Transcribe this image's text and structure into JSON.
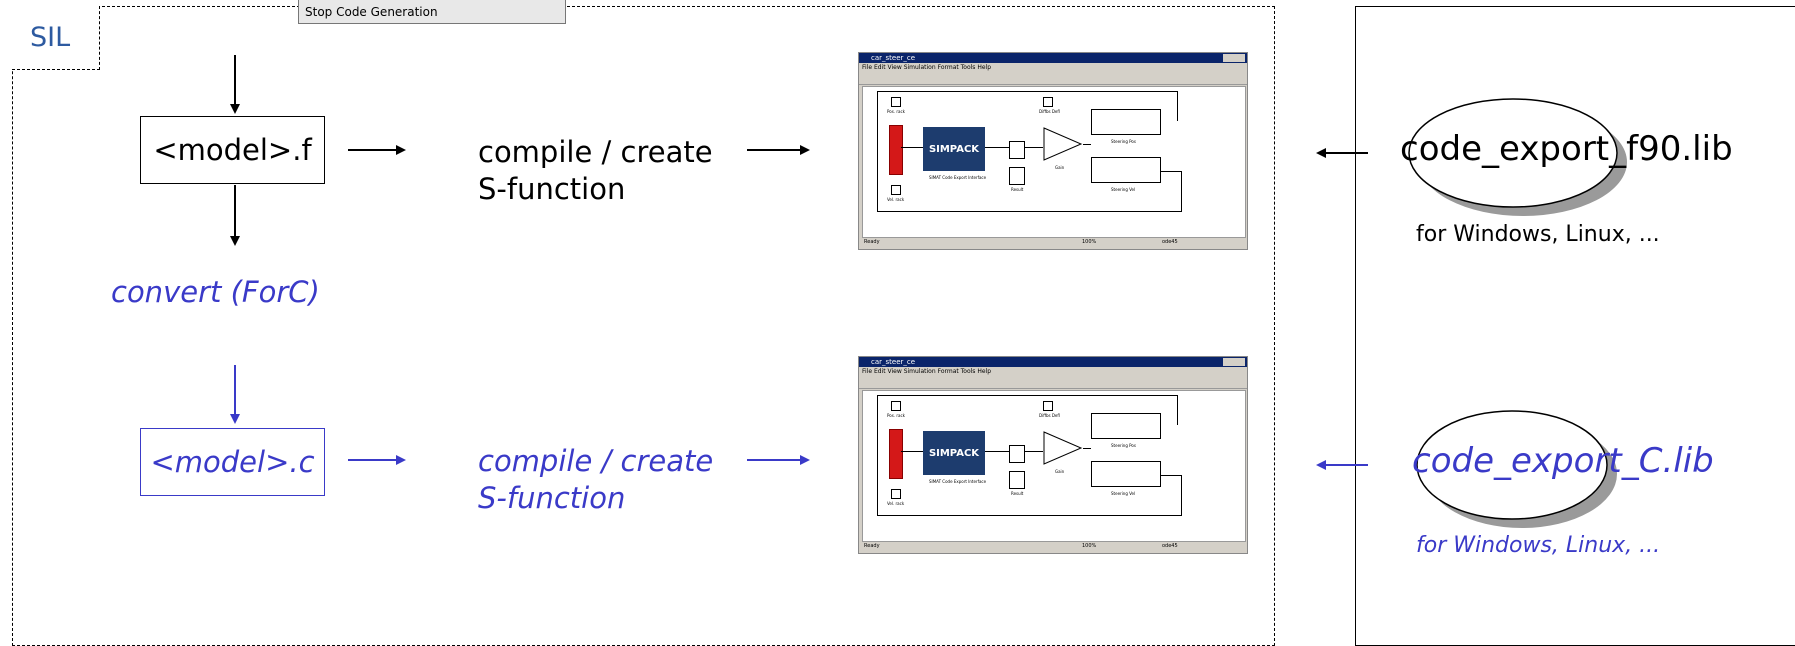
{
  "sil": {
    "label": "SIL"
  },
  "stop_button": {
    "label": "Stop Code Generation"
  },
  "fortran_row": {
    "model_file": "<model>.f",
    "compile_line1": "compile / create",
    "compile_line2": "S-function"
  },
  "convert": {
    "label": "convert (ForC)"
  },
  "c_row": {
    "model_file": "<model>.c",
    "compile_line1": "compile / create",
    "compile_line2": "S-function"
  },
  "libraries": [
    {
      "name": "code_export_f90.lib",
      "platforms": "for Windows, Linux, ..."
    },
    {
      "name": "code_export_C.lib",
      "platforms": "for Windows, Linux, ..."
    }
  ],
  "simulink_window": {
    "title": "car_steer_ce",
    "menu": [
      "File",
      "Edit",
      "View",
      "Simulation",
      "Format",
      "Tools",
      "Help"
    ],
    "simpack_label": "SIMPACK",
    "interface_label": "SIMAT Code Export Interface",
    "status_ready": "Ready",
    "status_zoom": "100%",
    "status_solver": "ode45",
    "block_labels": {
      "pos_rack": "Pos. rack",
      "vel_rack": "Vel. rack",
      "diffbs_defl": "Diffbs Defl",
      "gain": "Gain",
      "steering_pos": "Steering Pos",
      "steering_vel": "Steering Vel",
      "result": "Result"
    }
  },
  "colors": {
    "accent_blue": "#3a3ac8",
    "sil_blue": "#2d5aa0",
    "simpack_navy": "#1d3c6e",
    "block_red": "#d41818"
  }
}
